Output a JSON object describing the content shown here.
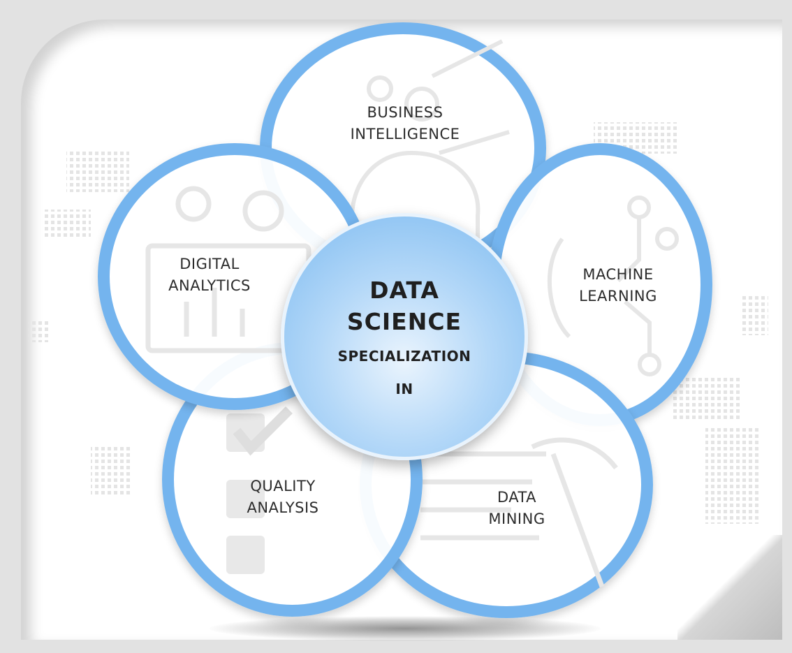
{
  "center": {
    "title_line1": "DATA",
    "title_line2": "SCIENCE",
    "subtitle_line1": "SPECIALIZATION",
    "subtitle_line2": "IN"
  },
  "petals": {
    "business_intelligence": {
      "line1": "BUSINESS",
      "line2": "INTELLIGENCE"
    },
    "machine_learning": {
      "line1": "MACHINE",
      "line2": "LEARNING"
    },
    "data_mining": {
      "line1": "DATA",
      "line2": "MINING"
    },
    "quality_analysis": {
      "line1": "QUALITY",
      "line2": "ANALYSIS"
    },
    "digital_analytics": {
      "line1": "DIGITAL",
      "line2": "ANALYTICS"
    }
  },
  "colors": {
    "ring": "#74b4ee",
    "center_edge": "#7cbaf0",
    "center_core": "#eaf4fd",
    "text": "#2b2b2b"
  },
  "icons": {
    "business_intelligence": "gears-head-icon",
    "machine_learning": "brain-circuit-icon",
    "data_mining": "document-pickaxe-icon",
    "quality_analysis": "checklist-icon",
    "digital_analytics": "dashboard-gear-icon"
  }
}
